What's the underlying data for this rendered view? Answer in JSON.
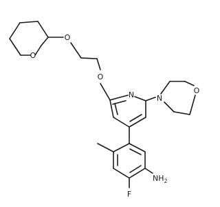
{
  "molecule": {
    "atoms": {
      "o_thp_ring": "O",
      "o_thp_ether": "O",
      "o_aryl_ether": "O",
      "n_pyridine": "N",
      "n_morpholine": "N",
      "o_morpholine": "O",
      "f_fluoro": "F",
      "nh2_amine": "NH",
      "nh2_subscript": "2"
    }
  }
}
